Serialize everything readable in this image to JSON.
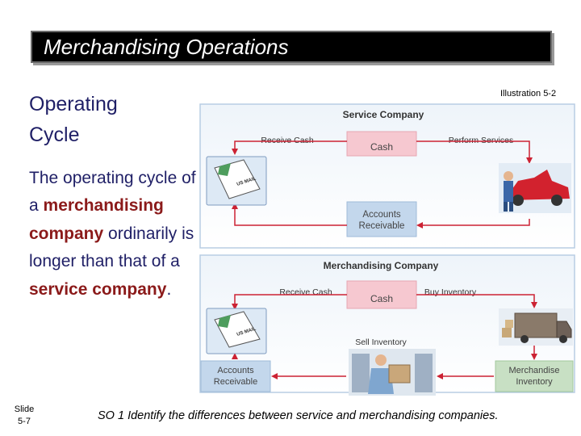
{
  "slide": {
    "title": "Merchandising Operations",
    "heading_line1": "Operating",
    "heading_line2": "Cycle",
    "body": {
      "part1": "The operating cycle of a ",
      "highlight1": "merchandising company",
      "part2": " ordinarily is longer than that of a ",
      "highlight2": "service company",
      "part3": "."
    },
    "illustration_label": "Illustration 5-2",
    "slide_number_line1": "Slide",
    "slide_number_line2": "5-7",
    "footer": "SO 1  Identify the differences between service and merchandising companies."
  },
  "diagram": {
    "service": {
      "title": "Service Company",
      "receive_cash": "Receive Cash",
      "perform_services": "Perform Services",
      "cash": "Cash",
      "ar_line1": "Accounts",
      "ar_line2": "Receivable",
      "mail_text": "US MAIL"
    },
    "merch": {
      "title": "Merchandising Company",
      "receive_cash": "Receive Cash",
      "buy_inventory": "Buy Inventory",
      "cash": "Cash",
      "sell_inventory": "Sell Inventory",
      "ar_line1": "Accounts",
      "ar_line2": "Receivable",
      "inv_line1": "Merchandise",
      "inv_line2": "Inventory",
      "mail_text": "US MAIL"
    }
  },
  "colors": {
    "title_bar": "#000000",
    "text_blue": "#1f1f66",
    "highlight_red": "#8b1a1a",
    "arrow_red": "#cc2233",
    "cash_pink": "#f6c8d0",
    "ar_blue": "#c3d7ec",
    "inventory_green": "#c8e0c4"
  }
}
